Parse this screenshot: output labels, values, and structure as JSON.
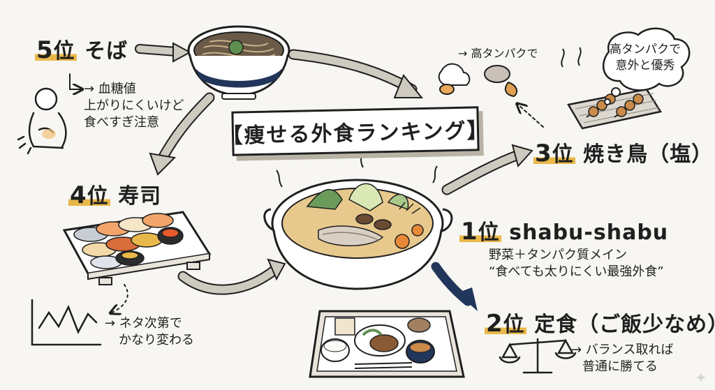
{
  "title": "【痩せる外食ランキング】",
  "ranks": {
    "rank1": {
      "num": "1",
      "suffix": "位",
      "name": "shabu-shabu",
      "desc1": "野菜＋タンパク質メイン",
      "desc2": "“食べても太りにくい最強外食”"
    },
    "rank2": {
      "num": "2",
      "suffix": "位",
      "name": "定食（ご飯少なめ）",
      "note1": "→ バランス取れば",
      "note2": "普通に勝てる"
    },
    "rank3": {
      "num": "3",
      "suffix": "位",
      "name": "焼き鳥（塩）",
      "cloud1": "高タンパクで",
      "cloud2": "意外と優秀",
      "note": "→ 高タンパクで"
    },
    "rank4": {
      "num": "4",
      "suffix": "位",
      "name": "寿司",
      "note1": "→ ネタ次第で",
      "note2": "かなり変わる"
    },
    "rank5": {
      "num": "5",
      "suffix": "位",
      "name": "そば",
      "note1": "→ 血糖値",
      "note2": "上がりにくいけど",
      "note3": "食べすぎ注意"
    }
  },
  "colors": {
    "ink": "#1f1f1f",
    "highlight": "#e9b84a",
    "navy": "#22355a",
    "arrow_gray": "#cfcac0",
    "background": "#f7f6f2"
  },
  "icons": [
    "soba-bowl-icon",
    "sushi-platter-icon",
    "nabe-pot-icon",
    "yakitori-grill-icon",
    "teishoku-tray-icon",
    "scale-icon",
    "zigzag-graph-icon",
    "stomach-person-icon",
    "thought-cloud-icon",
    "protein-icon"
  ]
}
